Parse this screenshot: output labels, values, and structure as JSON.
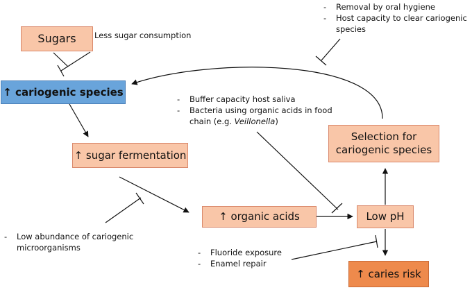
{
  "nodes": {
    "sugars": "Sugars",
    "cariogenic_species": "↑ cariogenic species",
    "sugar_fermentation": "↑ sugar fermentation",
    "organic_acids": "↑ organic acids",
    "low_ph": "Low pH",
    "selection_line1": "Selection for",
    "selection_line2": "cariogenic species",
    "caries_risk": "↑ caries risk"
  },
  "notes": {
    "less_sugar": "Less sugar consumption",
    "oral_hygiene": [
      "Removal by oral hygiene",
      "Host capacity to clear cariogenic species"
    ],
    "buffer_item": "Buffer capacity host saliva",
    "bacteria_prefix": "Bacteria using organic acids in food chain (e.g. ",
    "bacteria_genus": "Veillonella",
    "bacteria_suffix": ")",
    "low_abundance": "Low abundance of cariogenic microorganisms",
    "fluoride": [
      "Fluoride exposure",
      "Enamel repair"
    ]
  },
  "colors": {
    "box_fill": "#f9c6a8",
    "blue_fill": "#69a4db",
    "caries_fill": "#ee8a4c"
  }
}
